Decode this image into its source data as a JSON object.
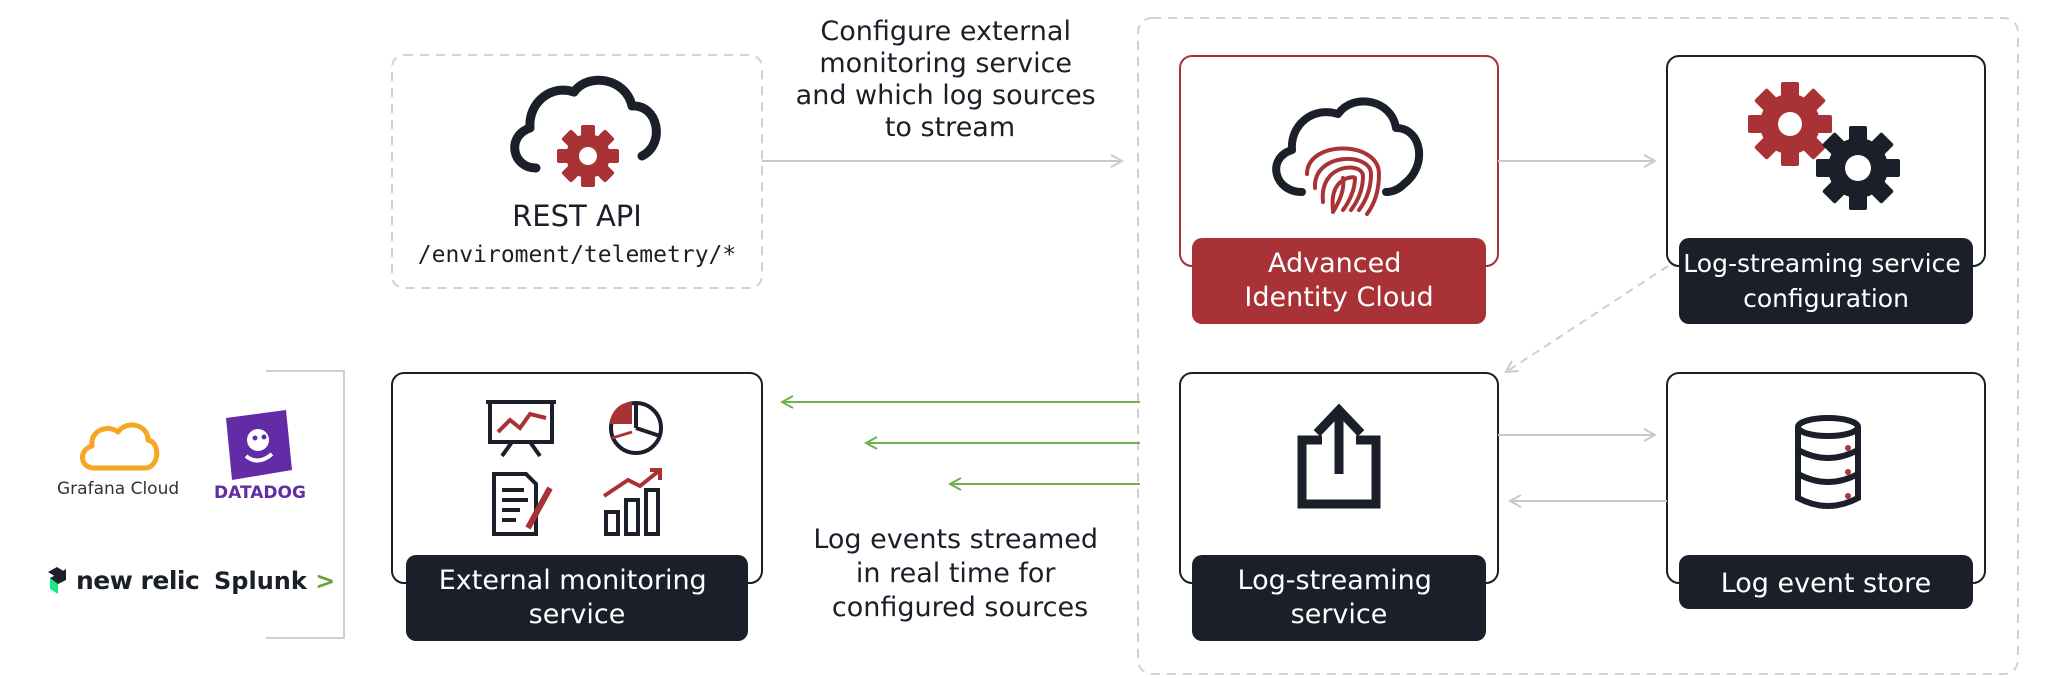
{
  "colors": {
    "navy": "#1b1f2a",
    "red": "#a83235",
    "green": "#6fb24a",
    "gray_line": "#c9c9c9",
    "dash": "#cfcfcf"
  },
  "rest_api": {
    "title": "REST API",
    "path": "/enviroment/telemetry/*",
    "icon": "cloud-gear-icon"
  },
  "configure_note": {
    "lines": [
      "Configure external",
      "monitoring service",
      "and which log sources",
      "to stream"
    ]
  },
  "identity_cloud": {
    "label_lines": [
      "Advanced",
      "Identity Cloud"
    ],
    "icon": "cloud-fingerprint-icon"
  },
  "config_service": {
    "label_lines": [
      "Log-streaming service",
      "configuration"
    ],
    "icon": "gears-icon"
  },
  "streaming_service": {
    "label_lines": [
      "Log-streaming",
      "service"
    ],
    "icon": "upload-icon"
  },
  "event_store": {
    "label_lines": [
      "Log event store"
    ],
    "icon": "database-icon"
  },
  "external_monitoring": {
    "label_lines": [
      "External monitoring",
      "service"
    ],
    "icons": [
      "presentation-chart-icon",
      "pie-chart-icon",
      "document-edit-icon",
      "bar-chart-growth-icon"
    ]
  },
  "stream_note": {
    "lines": [
      "Log events streamed",
      "in real time for",
      "configured sources"
    ]
  },
  "vendors": {
    "grafana": {
      "name": "Grafana",
      "suffix": "Cloud",
      "color": "#f6a623"
    },
    "datadog": {
      "name": "DATADOG",
      "color": "#632ca6"
    },
    "newrelic": {
      "name": "new relic",
      "color": "#1ce783"
    },
    "splunk": {
      "name": "Splunk",
      "mark": ">",
      "color": "#65a637"
    }
  }
}
